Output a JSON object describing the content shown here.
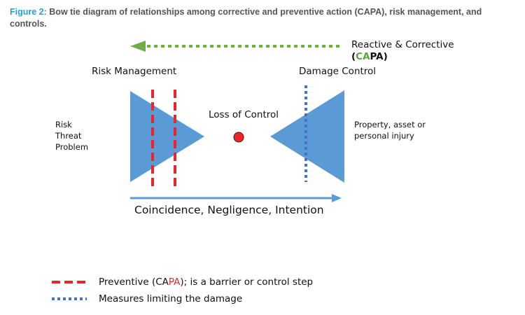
{
  "caption": {
    "figure_label": "Figure 2:",
    "text": "Bow tie diagram of relationships among corrective and preventive action (CAPA), risk management, and controls."
  },
  "reactive": {
    "line1": "Reactive & Corrective",
    "open_paren": "(",
    "ca": "CA",
    "pa": "PA",
    "close_paren": ")"
  },
  "left_header": "Risk Management",
  "right_header": "Damage Control",
  "center_label": "Loss of Control",
  "left_items": [
    "Risk",
    "Threat",
    "Problem"
  ],
  "right_items": [
    "Property, asset or",
    "personal injury"
  ],
  "bottom_arrow_label": "Coincidence, Negligence, Intention",
  "legend": {
    "preventive_prefix": "Preventive (CA",
    "preventive_pa": "PA",
    "preventive_suffix": "); is a barrier or control step",
    "measures": "Measures limiting the damage"
  },
  "colors": {
    "triangle": "#5b9bd5",
    "red_dash": "#e8262b",
    "blue_dot": "#4472c4",
    "green_arrow": "#70ad47",
    "center_dot": "#e8262b"
  }
}
